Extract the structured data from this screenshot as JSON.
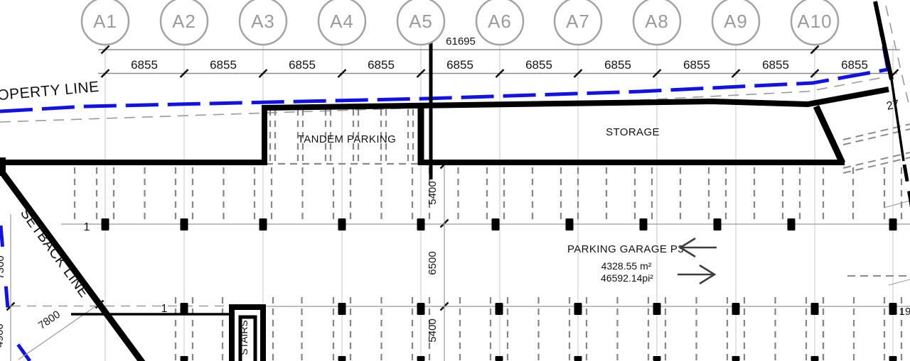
{
  "grid": {
    "bubbles": [
      {
        "label": "A1"
      },
      {
        "label": "A2"
      },
      {
        "label": "A3"
      },
      {
        "label": "A4"
      },
      {
        "label": "A5"
      },
      {
        "label": "A6"
      },
      {
        "label": "A7"
      },
      {
        "label": "A8"
      },
      {
        "label": "A9"
      },
      {
        "label": "A10"
      }
    ],
    "overall_dim": "61695",
    "bay_dims": [
      "6855",
      "6855",
      "6855",
      "6855",
      "6855",
      "6855",
      "6855",
      "6855",
      "6855",
      "6855"
    ]
  },
  "labels": {
    "property_line": "OPERTY LINE",
    "setback_line": "SETBACK LINE",
    "tandem_parking": "TANDEM PARKING",
    "storage": "STORAGE",
    "stairs": "STAIRS"
  },
  "garage": {
    "title": "PARKING GARAGE P3",
    "area_m2": "4328.55 m²",
    "area_ft2": "46592.14pi²"
  },
  "dimensions": {
    "stall_row_top": "5400",
    "drive_aisle": "6500",
    "stall_row_bottom": "5400",
    "left_upper": "7300",
    "left_lower": "4900",
    "setback_offset": "7800",
    "right_top": "27",
    "right_bottom": "19"
  },
  "markers": {
    "column_line_1": "1",
    "column_line_2": "1"
  },
  "icons": {
    "direction_left": "arrow-left",
    "direction_right": "arrow-right"
  },
  "colors": {
    "property_line_blue": "#1414d6",
    "wall_black": "#000000",
    "grid_gray": "#9b9b9b",
    "dash_gray": "#858585",
    "dim_gray": "#8c8c8c"
  }
}
